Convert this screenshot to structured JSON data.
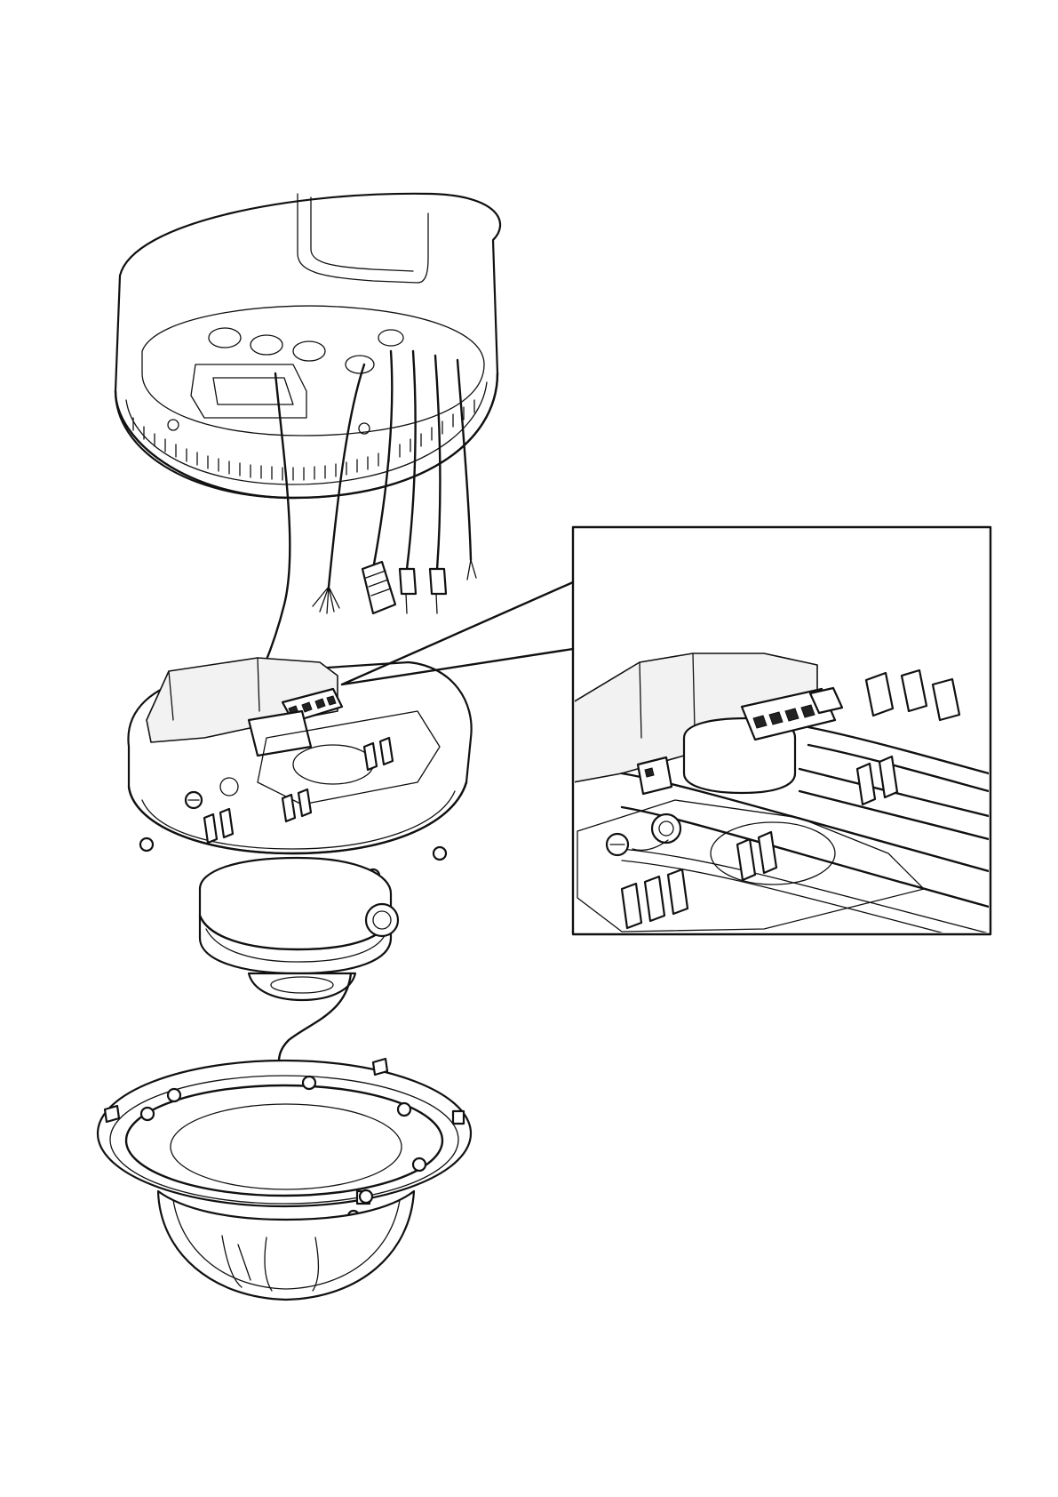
{
  "figure": {
    "colors": {
      "line": "#111111",
      "background": "#ffffff",
      "fill": "#f2f2f2"
    },
    "parts": [
      "back-box-housing",
      "camera-module",
      "dome-bubble-ring",
      "detail-callout"
    ]
  }
}
